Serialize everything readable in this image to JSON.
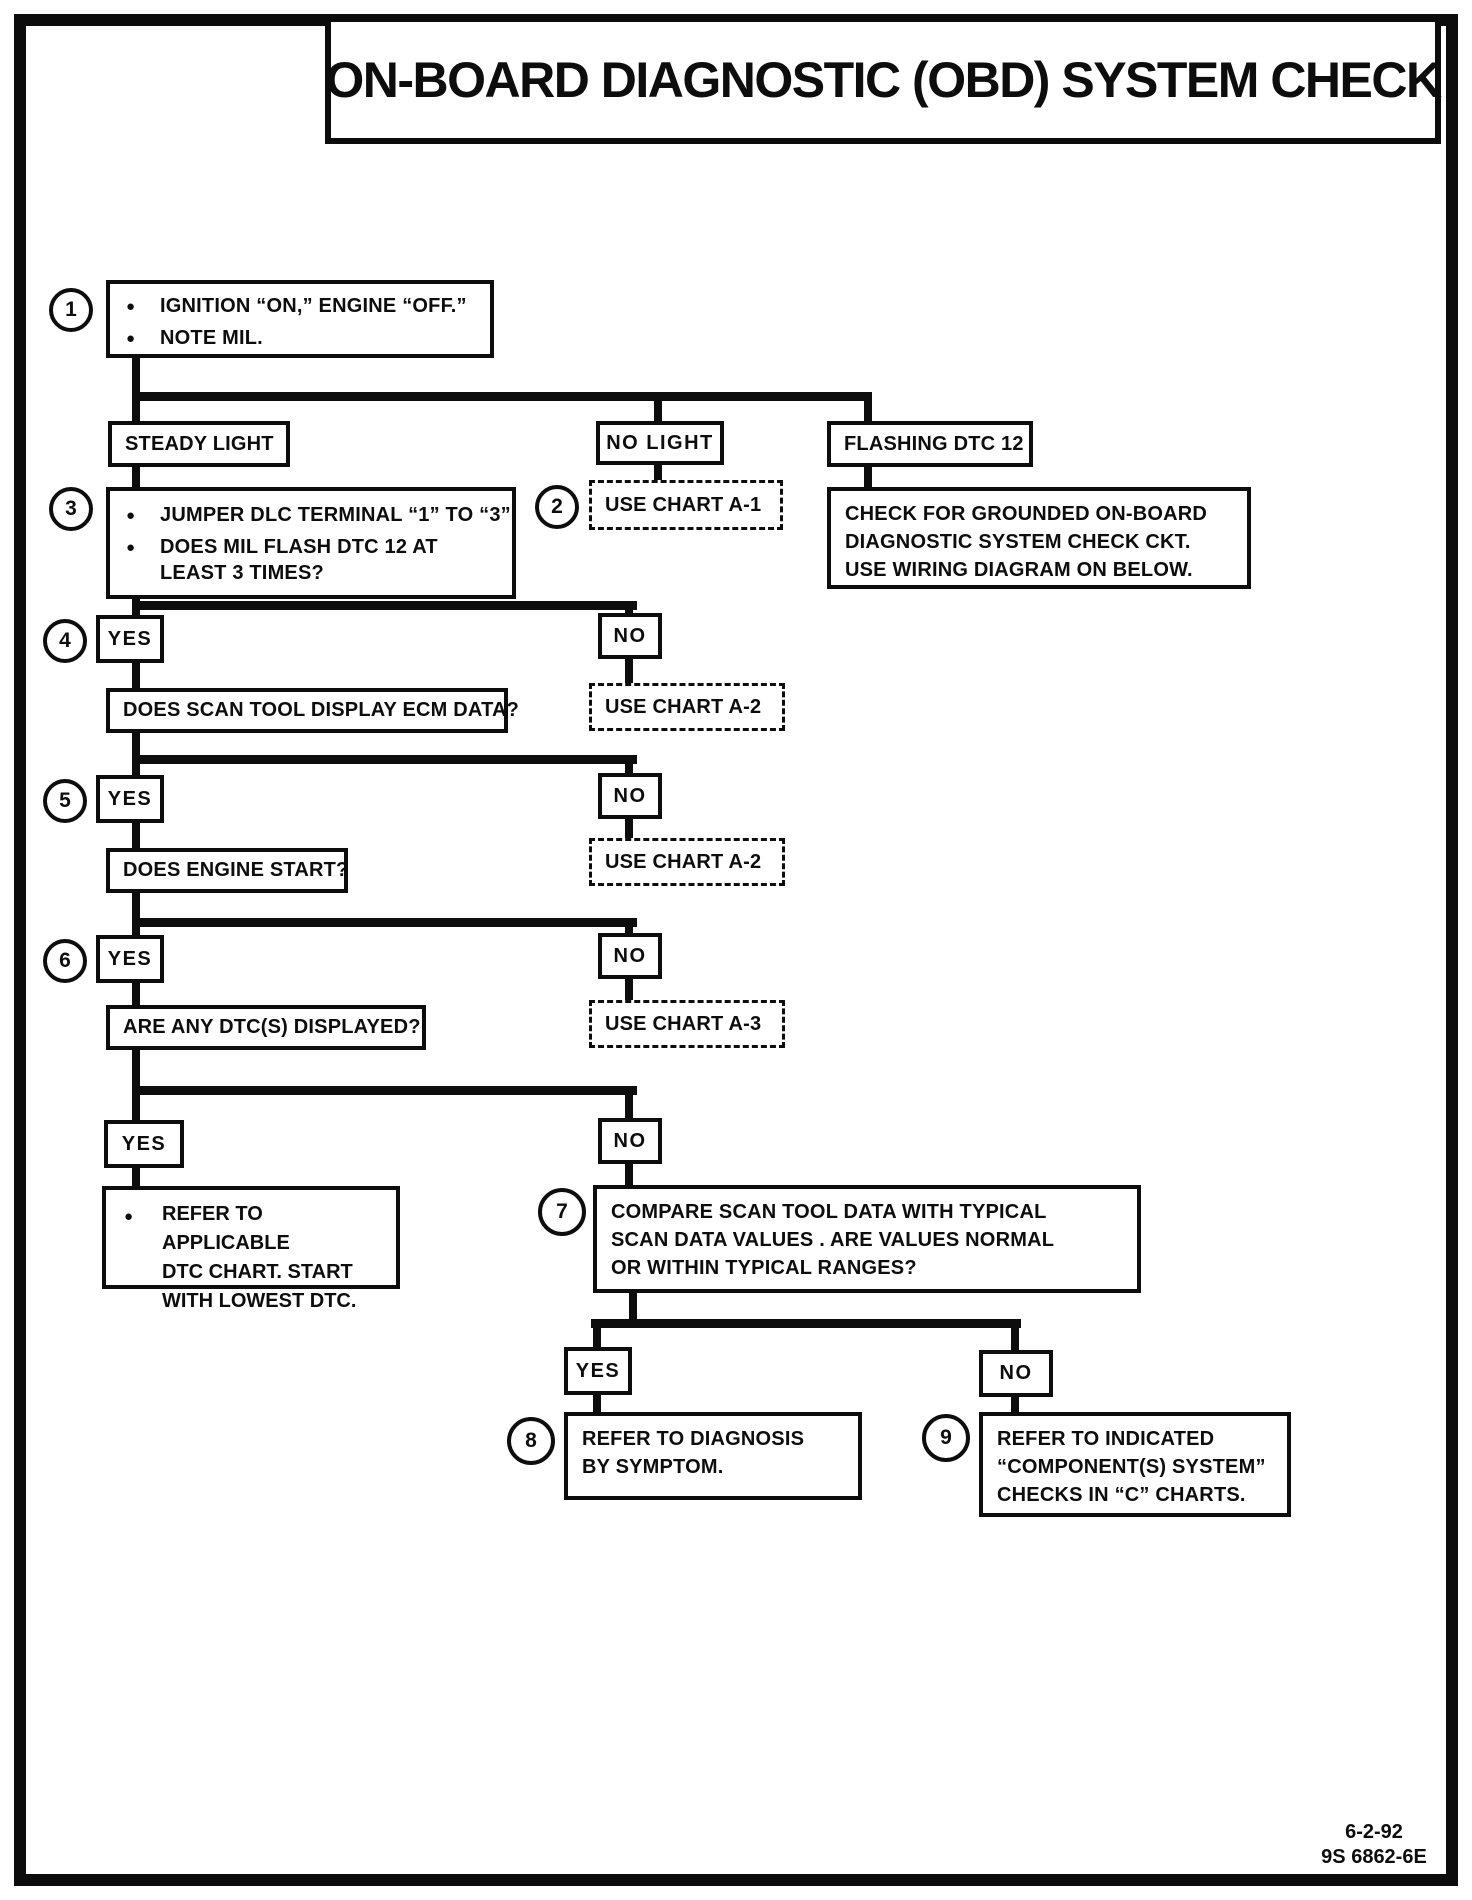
{
  "page": {
    "title": "ON-BOARD DIAGNOSTIC (OBD) SYSTEM CHECK",
    "footer_date": "6-2-92",
    "footer_doc": "9S 6862-6E",
    "bullet": "●"
  },
  "labels": {
    "yes": "YES",
    "no": "NO"
  },
  "circles": {
    "c1": "1",
    "c2": "2",
    "c3": "3",
    "c4": "4",
    "c5": "5",
    "c6": "6",
    "c7": "7",
    "c8": "8",
    "c9": "9"
  },
  "nodes": {
    "step1": {
      "b1": "IGNITION “ON,” ENGINE “OFF.”",
      "b2": "NOTE MIL."
    },
    "steady": "STEADY LIGHT",
    "no_light": "NO LIGHT",
    "flashing": "FLASHING DTC 12",
    "chart_a1": "USE CHART A-1",
    "grounded": {
      "l1": "CHECK FOR GROUNDED ON-BOARD",
      "l2": "DIAGNOSTIC SYSTEM CHECK CKT.",
      "l3": "USE WIRING DIAGRAM ON BELOW."
    },
    "step3": {
      "b1": "JUMPER DLC TERMINAL “1” TO “3”",
      "b2": "DOES MIL FLASH DTC 12 AT LEAST 3 TIMES?"
    },
    "q_ecm": "DOES SCAN TOOL DISPLAY ECM DATA?",
    "chart_a2": "USE CHART A-2",
    "q_engine": "DOES ENGINE START?",
    "q_dtc": "ARE ANY DTC(S) DISPLAYED?",
    "chart_a3": "USE CHART A-3",
    "refer_dtc": {
      "l1": "REFER TO APPLICABLE",
      "l2": "DTC CHART.  START",
      "l3": "WITH LOWEST DTC."
    },
    "compare": {
      "l1": "COMPARE SCAN TOOL DATA WITH TYPICAL",
      "l2": "SCAN  DATA VALUES .  ARE VALUES  NORMAL",
      "l3": "OR WITHIN TYPICAL RANGES?"
    },
    "symptom": {
      "l1": "REFER TO  DIAGNOSIS",
      "l2": "BY  SYMPTOM."
    },
    "component": {
      "l1": "REFER TO INDICATED",
      "l2": "“COMPONENT(S) SYSTEM”",
      "l3": "CHECKS IN “C”  CHARTS."
    }
  }
}
